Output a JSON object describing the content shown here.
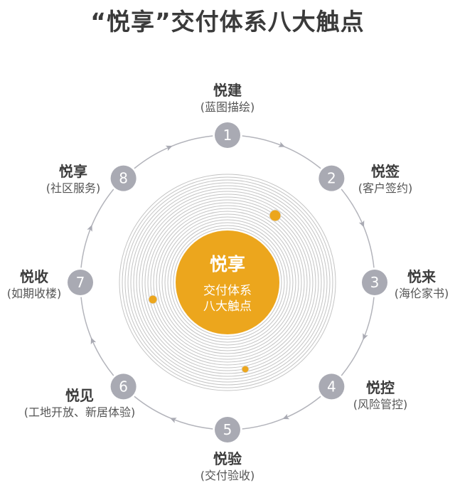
{
  "title": "“悦享”交付体系八大触点",
  "center": {
    "title": "悦享",
    "line1": "交付体系",
    "line2": "八大触点"
  },
  "colors": {
    "accent": "#eca61d",
    "node": "#a9aab3",
    "ring": "#c4c4c4",
    "text": "#3d3d3d"
  },
  "touchpoints": [
    {
      "num": "1",
      "name": "悦建",
      "desc": "(蓝图描绘)"
    },
    {
      "num": "2",
      "name": "悦签",
      "desc": "(客户签约)"
    },
    {
      "num": "3",
      "name": "悦来",
      "desc": "(海伦家书)"
    },
    {
      "num": "4",
      "name": "悦控",
      "desc": "(风险管控)"
    },
    {
      "num": "5",
      "name": "悦验",
      "desc": "(交付验收)"
    },
    {
      "num": "6",
      "name": "悦见",
      "desc": "(工地开放、新居体验)"
    },
    {
      "num": "7",
      "name": "悦收",
      "desc": "(如期收楼)"
    },
    {
      "num": "8",
      "name": "悦享",
      "desc": "(社区服务)"
    }
  ]
}
